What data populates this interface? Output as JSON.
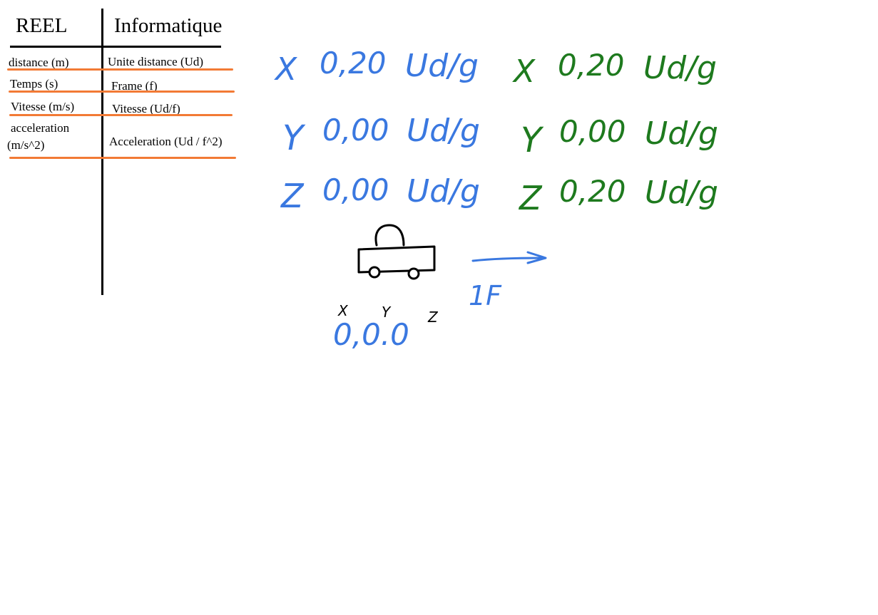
{
  "table": {
    "headers": {
      "left": "REEL",
      "right": "Informatique"
    },
    "rows": [
      {
        "left": "distance (m)",
        "right": "Unite distance (Ud)"
      },
      {
        "left": "Temps (s)",
        "right": "Frame (f)"
      },
      {
        "left": "Vitesse (m/s)",
        "right": "Vitesse (Ud/f)"
      },
      {
        "left_line1": "acceleration",
        "left_line2": "(m/s^2)",
        "right": "Acceleration (Ud / f^2)"
      }
    ]
  },
  "colors": {
    "blue": "#3a78e0",
    "green": "#1e7a1e",
    "orange": "#f27a35",
    "ink": "#000000"
  },
  "vectors": {
    "blue": [
      {
        "axis": "X",
        "value": "0,20",
        "unit": "Ud/g"
      },
      {
        "axis": "Y",
        "value": "0,00",
        "unit": "Ud/g"
      },
      {
        "axis": "Z",
        "value": "0,00",
        "unit": "Ud/g"
      }
    ],
    "green": [
      {
        "axis": "X",
        "value": "0,20",
        "unit": "Ud/g"
      },
      {
        "axis": "Y",
        "value": "0,00",
        "unit": "Ud/g"
      },
      {
        "axis": "Z",
        "value": "0,20",
        "unit": "Ud/g"
      }
    ]
  },
  "diagram": {
    "car_icon": "car-icon",
    "arrow_icon": "arrow-right-icon",
    "arrow_label": "1F",
    "position_axes": {
      "x": "X",
      "y": "Y",
      "z": "Z"
    },
    "position_value": "0,0.0"
  }
}
